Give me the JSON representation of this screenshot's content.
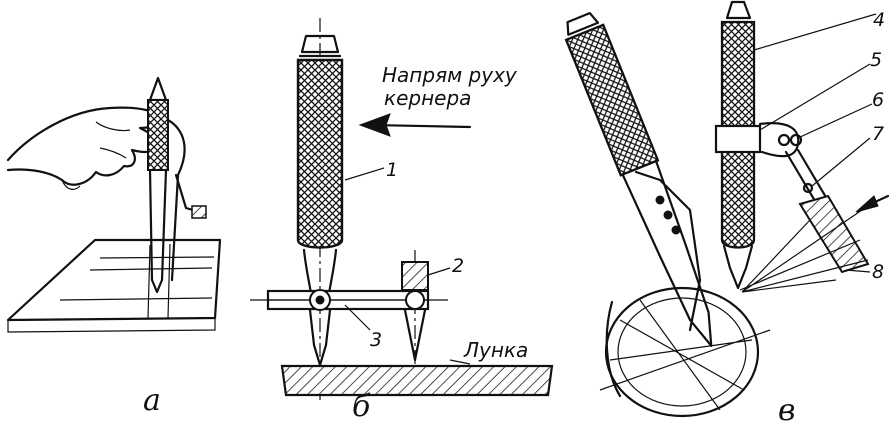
{
  "panels": [
    {
      "id": "a",
      "caption": "а"
    },
    {
      "id": "b",
      "caption": "б"
    },
    {
      "id": "v",
      "caption": "в"
    }
  ],
  "annotations": {
    "direction_line1": "Напрям руху",
    "direction_line2": "кернера",
    "pit": "Лунка"
  },
  "callouts": {
    "c1": "1",
    "c2": "2",
    "c3": "3",
    "c4": "4",
    "c5": "5",
    "c6": "6",
    "c7": "7",
    "c8": "8"
  }
}
